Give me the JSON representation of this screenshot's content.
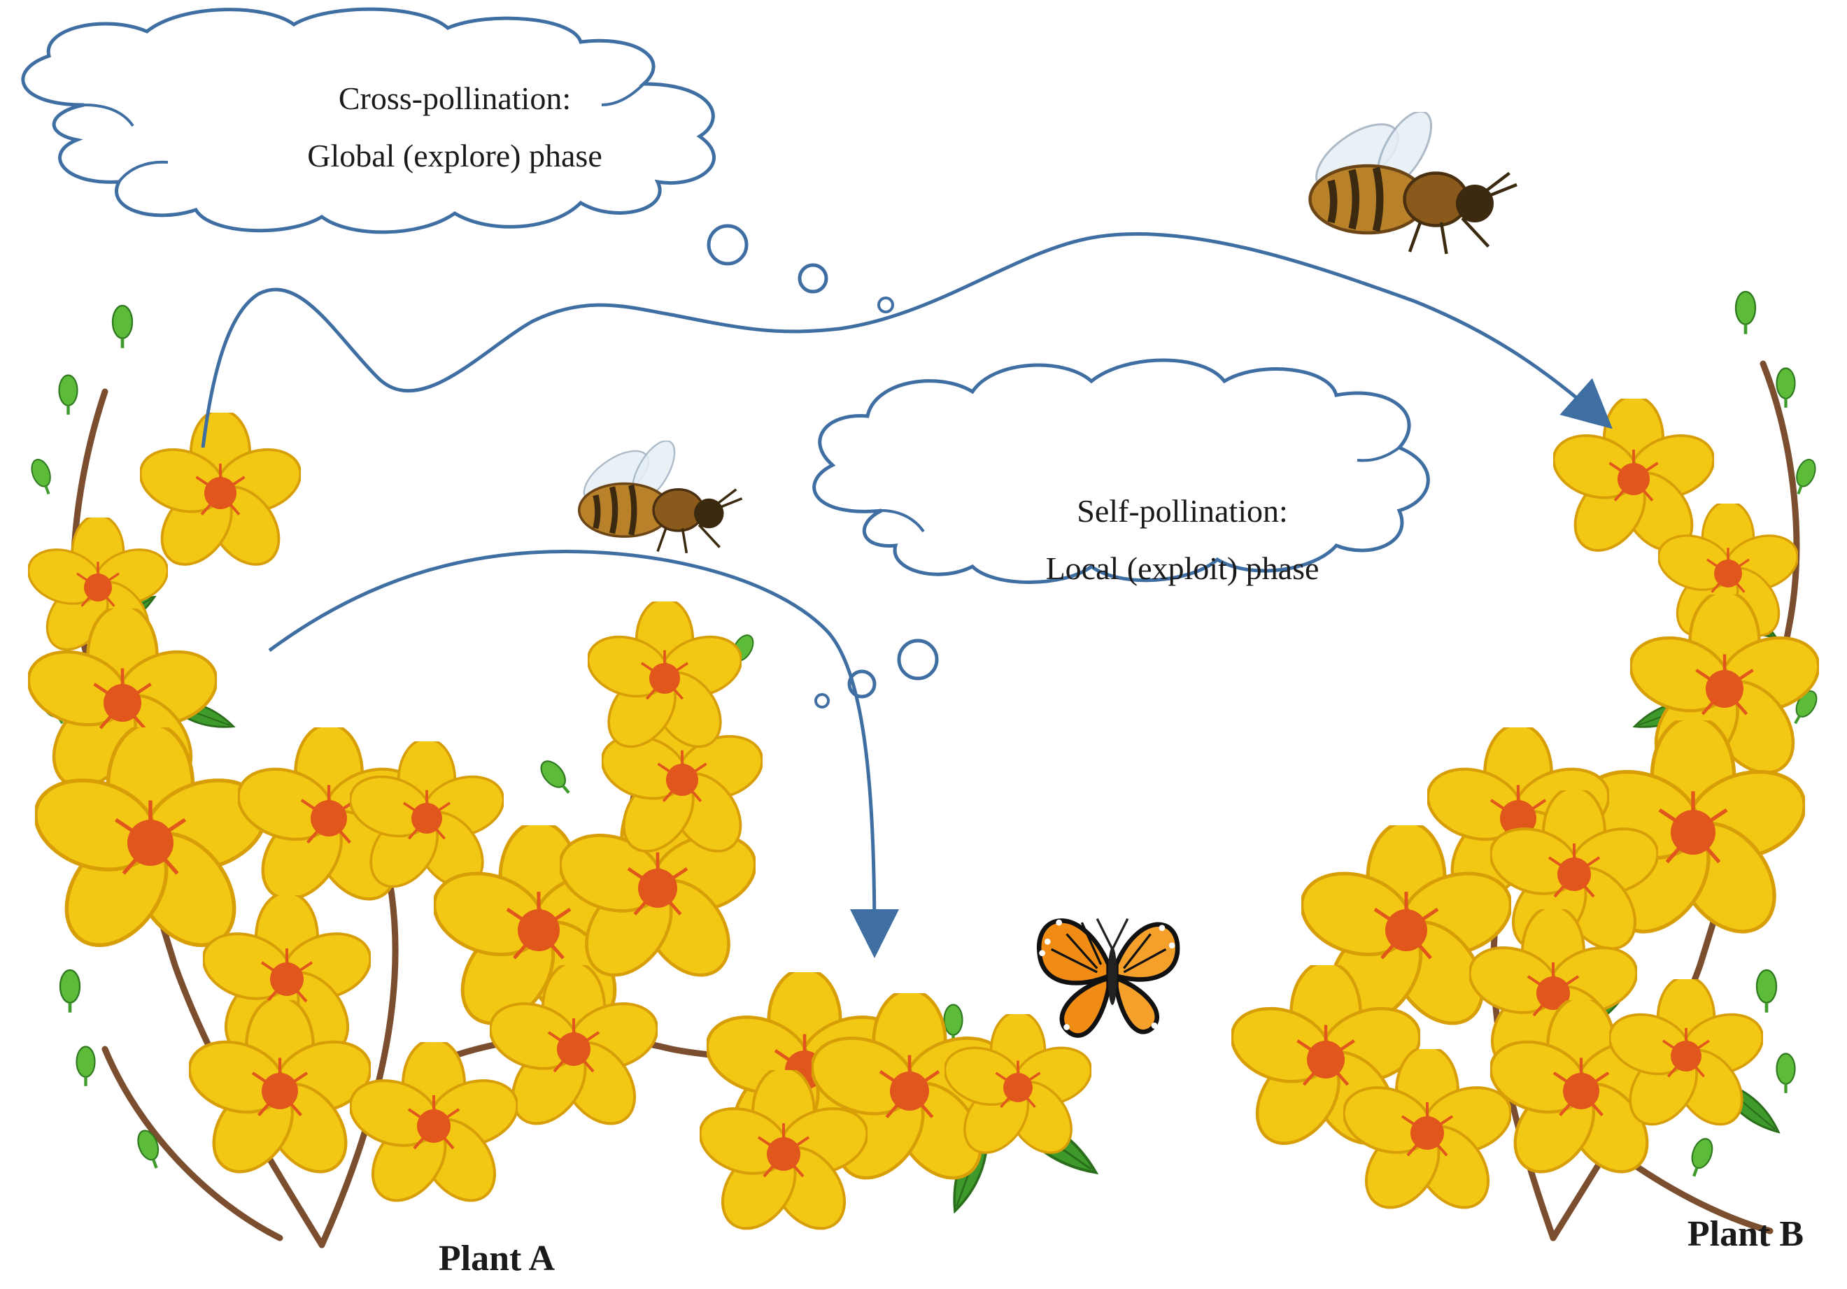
{
  "cross_cloud": {
    "line1": "Cross-pollination:",
    "line2": "Global (explore) phase"
  },
  "self_cloud": {
    "line1": "Self-pollination:",
    "line2": "Local (exploit) phase"
  },
  "plant_a": {
    "label": "Plant A"
  },
  "plant_b": {
    "label": "Plant B"
  },
  "colors": {
    "arrow": "#3f6ea3",
    "cloud_stroke": "#3f6ea3",
    "petal": "#f2c814",
    "petal_dark": "#d89e08",
    "flower_center": "#e0561c",
    "leaf": "#3e9a2b",
    "bud": "#5dbb3a",
    "stem": "#7a4e2e",
    "bee_body": "#b9822a",
    "butterfly": "#f08c14"
  },
  "icons": [
    "bee-icon",
    "bee-icon",
    "butterfly-icon",
    "flower-icon"
  ]
}
